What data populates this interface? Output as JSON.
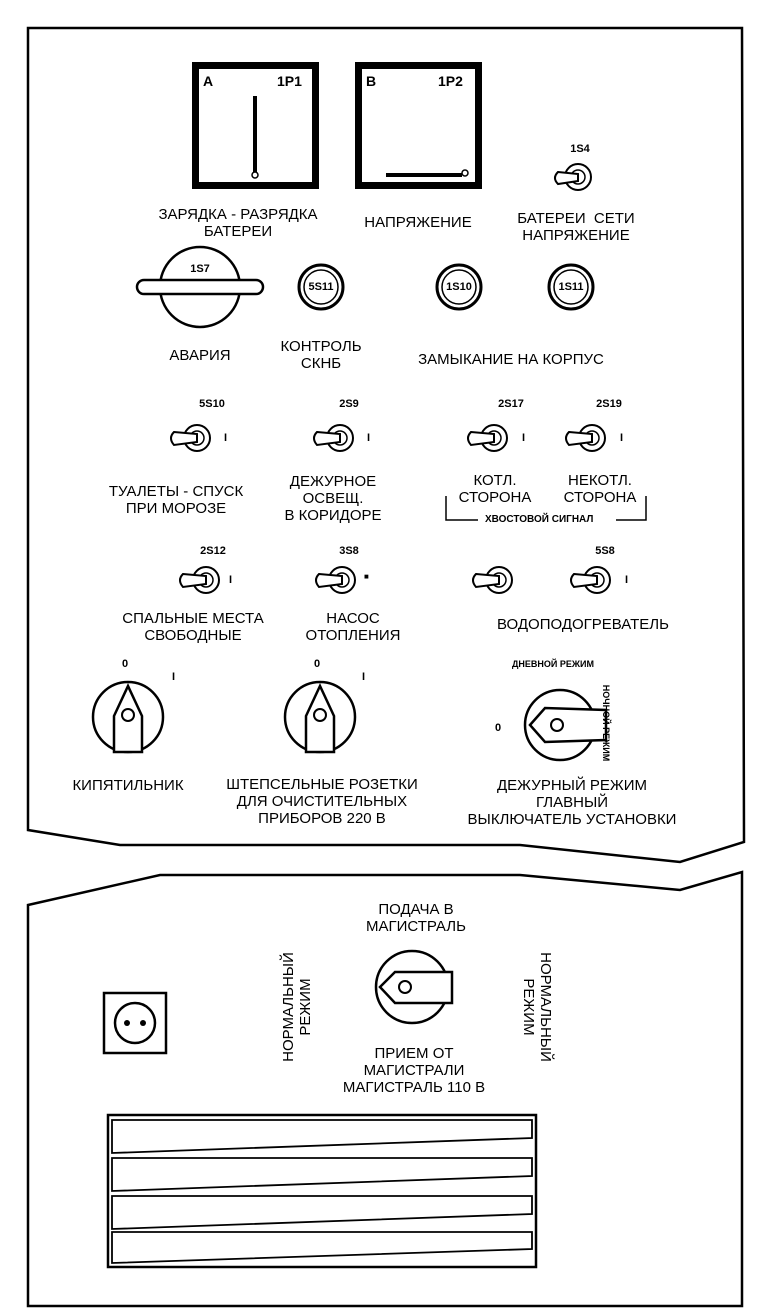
{
  "upper_panel": {
    "meters": [
      {
        "letter": "A",
        "code": "1P1",
        "label": "ЗАРЯДКА - РАЗРЯДКА\nБАТЕРЕИ"
      },
      {
        "letter": "B",
        "code": "1P2",
        "label": "НАПРЯЖЕНИЕ"
      }
    ],
    "switch_1s4": {
      "code": "1S4",
      "label": "БАТЕРЕИ  СЕТИ\nНАПРЯЖЕНИЕ"
    },
    "emergency": {
      "code": "1S7",
      "label": "АВАРИЯ"
    },
    "lamps": [
      {
        "code": "5S11",
        "label": "КОНТРОЛЬ\nСКНБ"
      },
      {
        "code": "1S10"
      },
      {
        "code": "1S11"
      }
    ],
    "ground_fault_label": "ЗАМЫКАНИЕ НА КОРПУС",
    "toggles_row1": [
      {
        "code": "5S10",
        "pos": "I",
        "label": "ТУАЛЕТЫ - СПУСК\nПРИ МОРОЗЕ"
      },
      {
        "code": "2S9",
        "pos": "I",
        "label": "ДЕЖУРНОЕ\nОСВЕЩ.\nВ КОРИДОРЕ"
      },
      {
        "code": "2S17",
        "pos": "I",
        "label": "КОТЛ.\nСТОРОНА"
      },
      {
        "code": "2S19",
        "pos": "I",
        "label": "НЕКОТЛ.\nСТОРОНА"
      }
    ],
    "tail_signal_label": "ХВОСТОВОЙ СИГНАЛ",
    "toggles_row2": [
      {
        "code": "2S12",
        "pos": "I",
        "label": "СПАЛЬНЫЕ МЕСТА\nСВОБОДНЫЕ"
      },
      {
        "code": "3S8",
        "pos": "■",
        "label": "НАСОС\nОТОПЛЕНИЯ"
      },
      {
        "code": "5S8",
        "pos": "I"
      }
    ],
    "water_heater_label": "ВОДОПОДОГРЕВАТЕЛЬ",
    "rotaries": [
      {
        "pos0": "0",
        "pos1": "I",
        "label": "КИПЯТИЛЬНИК"
      },
      {
        "pos0": "0",
        "pos1": "I",
        "label": "ШТЕПСЕЛЬНЫЕ РОЗЕТКИ\nДЛЯ ОЧИСТИТЕЛЬНЫХ\nПРИБОРОВ 220 В"
      }
    ],
    "main_switch": {
      "day_mode": "ДНЕВНОЙ РЕЖИМ",
      "night_mode": "НОЧНОЙ РЕЖИМ",
      "pos0": "0",
      "label": "ДЕЖУРНЫЙ РЕЖИМ\nГЛАВНЫЙ\nВЫКЛЮЧАТЕЛЬ УСТАНОВКИ"
    }
  },
  "lower_panel": {
    "supply_label": "ПОДАЧА В\nМАГИСТРАЛЬ",
    "normal_mode_left": "НОРМАЛЬНЫЙ\nРЕЖИМ",
    "normal_mode_right": "НОРМАЛЬНЫЙ\nРЕЖИМ",
    "receive_label": "ПРИЕМ ОТ\nМАГИСТРАЛИ\nМАГИСТРАЛЬ 110 В"
  }
}
